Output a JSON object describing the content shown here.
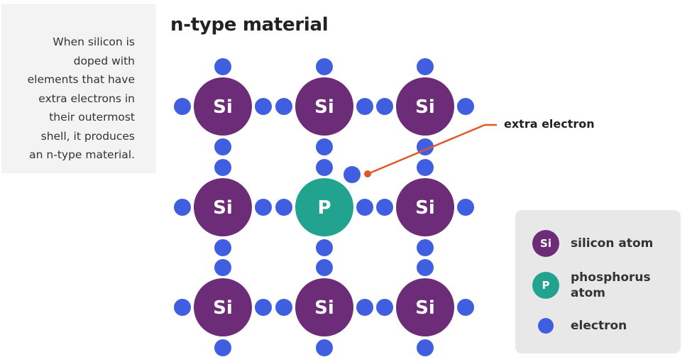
{
  "caption": {
    "lines": [
      "When silicon is",
      "doped with",
      "elements that have",
      "extra electrons in",
      "their outermost",
      "shell, it produces",
      "an n-type material."
    ]
  },
  "title": "n-type material",
  "lattice": {
    "rows": [
      [
        "Si",
        "Si",
        "Si"
      ],
      [
        "Si",
        "P",
        "Si"
      ],
      [
        "Si",
        "Si",
        "Si"
      ]
    ]
  },
  "callout": {
    "label": "extra electron"
  },
  "legend": {
    "items": [
      {
        "symbol": "Si",
        "label": "silicon atom",
        "kind": "silicon"
      },
      {
        "symbol": "P",
        "label": "phosphorus atom",
        "kind": "phosphorus"
      },
      {
        "symbol": "",
        "label": "electron",
        "kind": "electron"
      }
    ]
  },
  "colors": {
    "silicon": "#6c2c78",
    "phosphorus": "#21a38f",
    "electron": "#3f5fe0",
    "callout_line": "#e0572a",
    "text": "#222222"
  }
}
